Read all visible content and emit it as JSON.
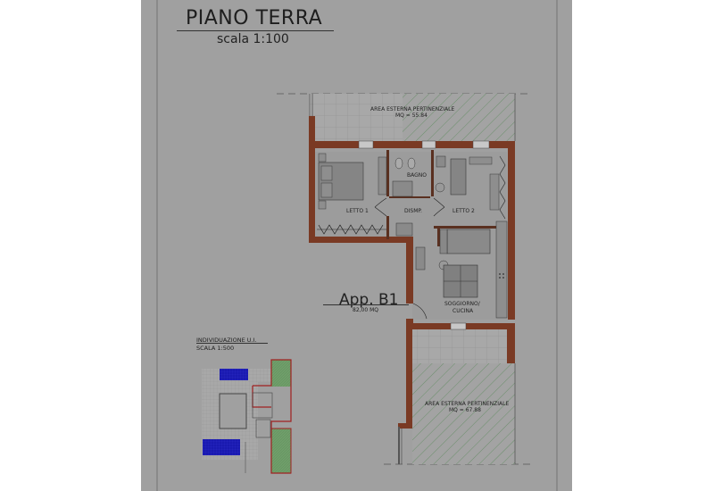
{
  "sheet": {
    "title": "PIANO TERRA",
    "scale": "scala 1:100"
  },
  "unit": {
    "name": "App. B1",
    "area": "82,00 MQ"
  },
  "rooms": [
    {
      "label": "LETTO 1"
    },
    {
      "label": "BAGNO"
    },
    {
      "label": "DISMP."
    },
    {
      "label": "LETTO 2"
    },
    {
      "label": "SOGGIORNO/"
    },
    {
      "label": "CUCINA"
    }
  ],
  "outdoor_areas": [
    {
      "label": "AREA ESTERNA PERTINENZIALE",
      "area": "MQ = 55.84"
    },
    {
      "label": "AREA ESTERNA PERTINENZIALE",
      "area": "MQ = 67.88"
    }
  ],
  "location_plan": {
    "title": "INDIVIDUAZIONE U.I.",
    "scale": "SCALA 1:500"
  },
  "colors": {
    "sheet": "#a0a0a0",
    "wall": "#7a3a24",
    "hatch": "#5e8a5e",
    "pool": "#1a1aa8",
    "green": "#6f9e6a",
    "outline_red": "#a02020"
  }
}
